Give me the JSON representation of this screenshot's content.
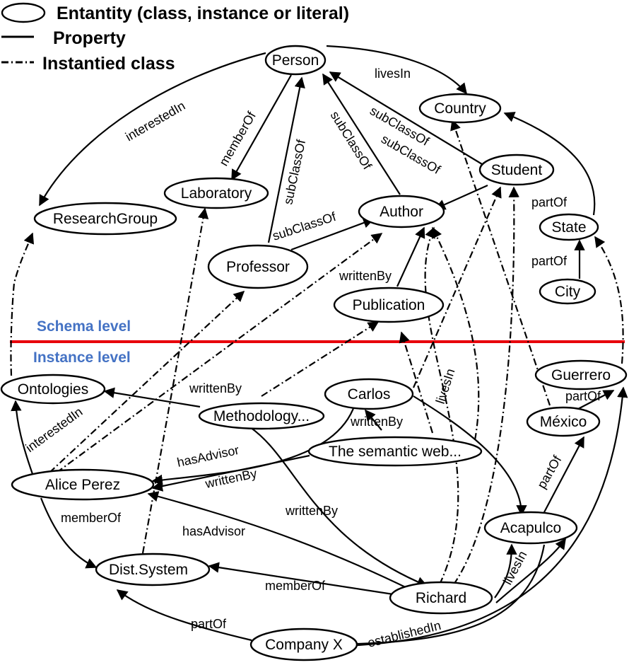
{
  "legend": {
    "entity_label": "Entantity (class, instance or literal)",
    "property_label": "Property",
    "instantiated_label": "Instantied class"
  },
  "levels": {
    "schema_label": "Schema level",
    "instance_label": "Instance level",
    "label_color": "#4472c4",
    "divider_color": "#e8000b"
  },
  "nodes": {
    "person": "Person",
    "country": "Country",
    "student": "Student",
    "laboratory": "Laboratory",
    "author": "Author",
    "research_group": "ResearchGroup",
    "state": "State",
    "professor": "Professor",
    "city": "City",
    "publication": "Publication",
    "guerrero": "Guerrero",
    "ontologies": "Ontologies",
    "carlos": "Carlos",
    "methodology": "Methodology...",
    "mexico": "México",
    "semantic_web": "The semantic web...",
    "alice_perez": "Alice Perez",
    "acapulco": "Acapulco",
    "dist_system": "Dist.System",
    "richard": "Richard",
    "company_x": "Company X"
  },
  "edge_labels": {
    "lives_in_person": "livesIn",
    "interested_in_group": "interestedIn",
    "member_of_lab": "memberOf",
    "sub_class_of_professor": "subClassOf",
    "sub_class_of_author": "subClassOf",
    "sub_class_of_student": "subClassOf",
    "sub_class_of_student_author": "subClassOf",
    "sub_class_of_prof_author": "subClassOf",
    "part_of_state": "partOf",
    "part_of_city": "partOf",
    "written_by_publication": "writtenBy",
    "written_by_methodology": "writtenBy",
    "lives_in_carlos": "livesIn",
    "part_of_guerrero": "partOf",
    "written_by_semantic": "writtenBy",
    "interested_in_ontologies": "interestedIn",
    "has_advisor_carlos": "hasAdvisor",
    "written_by_alice": "writtenBy",
    "part_of_acapulco": "partOf",
    "written_by_richard": "writtenBy",
    "member_of_alice": "memberOf",
    "has_advisor_richard": "hasAdvisor",
    "member_of_richard": "memberOf",
    "lives_in_richard": "livesIn",
    "part_of_company": "partOf",
    "established_in": "establishedIn"
  }
}
